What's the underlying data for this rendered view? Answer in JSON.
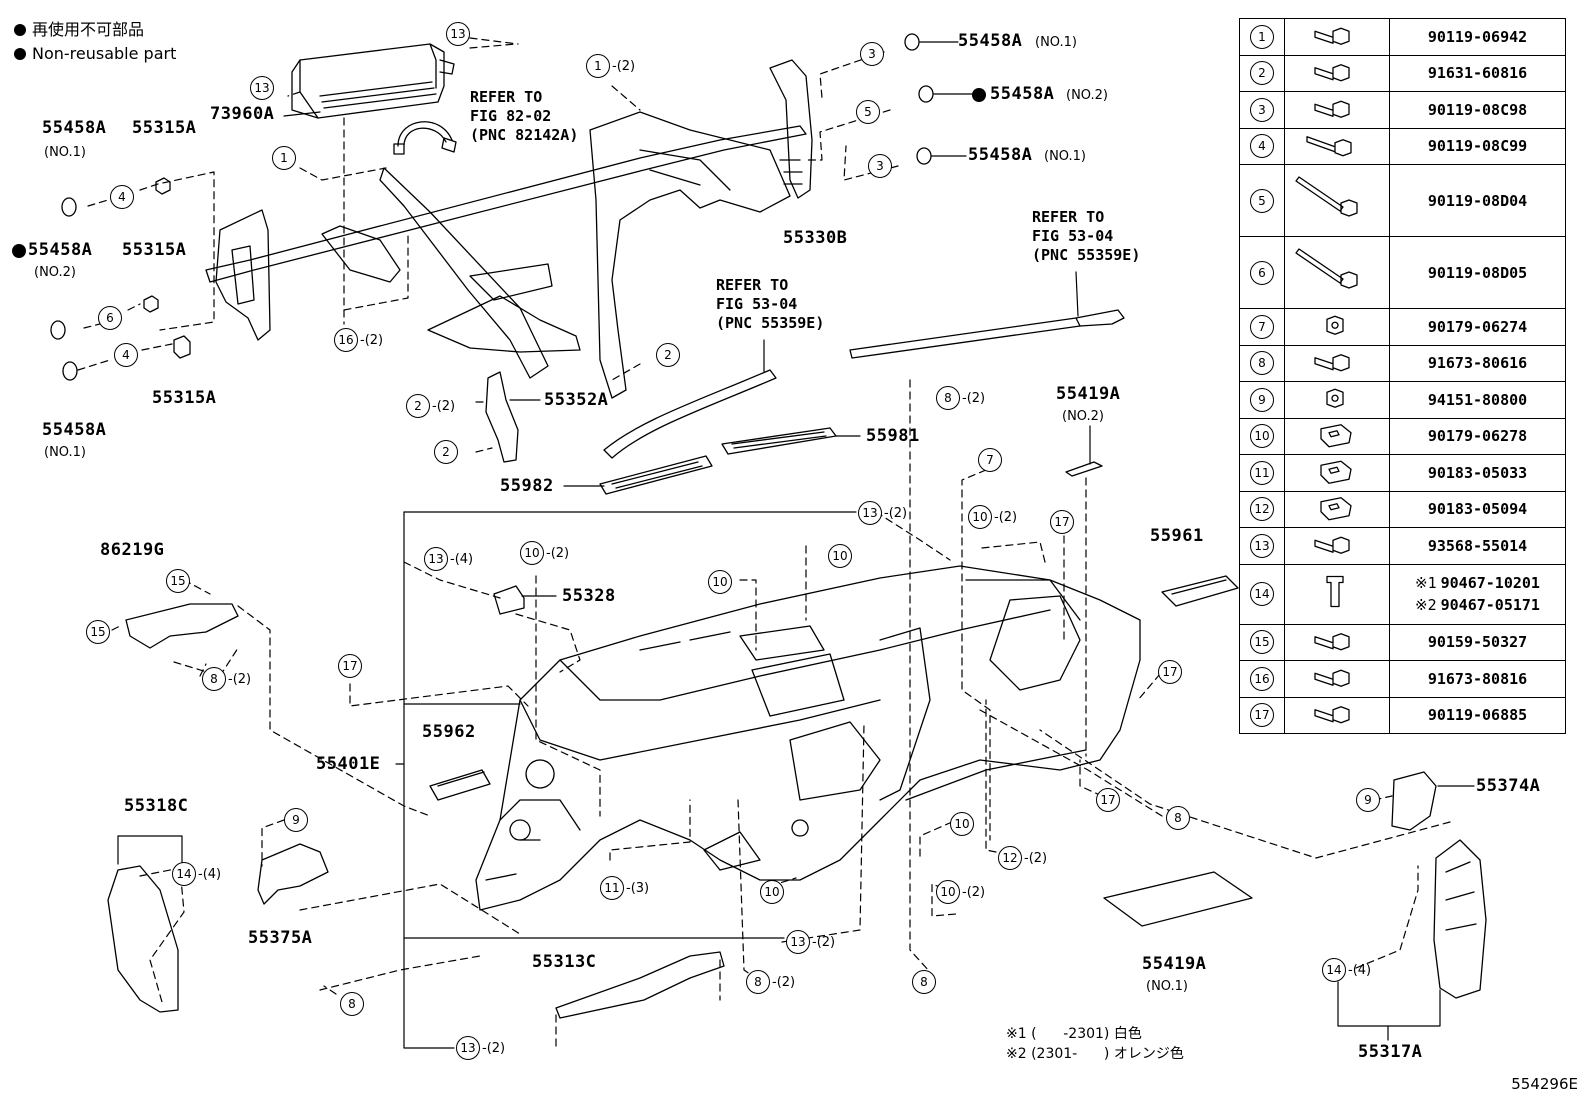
{
  "legend": {
    "jp": "再使用不可部品",
    "en": "Non-reusable part"
  },
  "labels": {
    "p55458A_no1_top": "55458A",
    "p55458A_no1_top_sub": "(NO.1)",
    "p55458A_no2_top": "55458A",
    "p55458A_no2_top_sub": "(NO.2)",
    "p55458A_no1_mid": "55458A",
    "p55458A_no1_mid_sub": "(NO.1)",
    "p55330B": "55330B",
    "p73960A": "73960A",
    "p55458A_left1": "55458A",
    "p55458A_left1_sub": "(NO.1)",
    "p55315A_1": "55315A",
    "p55458A_left2": "55458A",
    "p55458A_left2_sub": "(NO.2)",
    "p55315A_2": "55315A",
    "p55315A_3": "55315A",
    "p55458A_left3": "55458A",
    "p55458A_left3_sub": "(NO.1)",
    "p55352A": "55352A",
    "p55981": "55981",
    "p55982": "55982",
    "p55419A_no2": "55419A",
    "p55419A_no2_sub": "(NO.2)",
    "p55961": "55961",
    "p86219G": "86219G",
    "p55328": "55328",
    "p55962": "55962",
    "p55401E": "55401E",
    "p55318C": "55318C",
    "p55375A": "55375A",
    "p55313C": "55313C",
    "p55419A_no1": "55419A",
    "p55419A_no1_sub": "(NO.1)",
    "p55374A": "55374A",
    "p55317A": "55317A"
  },
  "refs": {
    "ref1": "REFER TO\nFIG 82-02\n(PNC 82142A)",
    "ref2": "REFER TO\nFIG 53-04\n(PNC 55359E)",
    "ref3": "REFER TO\nFIG 53-04\n(PNC 55359E)"
  },
  "notes": "※1 (      -2301) 白色\n※2 (2301-      ) オレンジ色",
  "figure_number": "554296E",
  "parts_table": [
    {
      "no": "1",
      "icon": "bolt-washer",
      "part": "90119-06942"
    },
    {
      "no": "2",
      "icon": "bolt-washer",
      "part": "91631-60816"
    },
    {
      "no": "3",
      "icon": "bolt-washer",
      "part": "90119-08C98"
    },
    {
      "no": "4",
      "icon": "bolt-long",
      "part": "90119-08C99"
    },
    {
      "no": "5",
      "icon": "bolt-extra-long",
      "part": "90119-08D04"
    },
    {
      "no": "6",
      "icon": "bolt-extra-long",
      "part": "90119-08D05"
    },
    {
      "no": "7",
      "icon": "nut",
      "part": "90179-06274"
    },
    {
      "no": "8",
      "icon": "bolt-washer",
      "part": "91673-80616"
    },
    {
      "no": "9",
      "icon": "nut",
      "part": "94151-80800"
    },
    {
      "no": "10",
      "icon": "clip-nut",
      "part": "90179-06278"
    },
    {
      "no": "11",
      "icon": "u-nut",
      "part": "90183-05033"
    },
    {
      "no": "12",
      "icon": "u-nut",
      "part": "90183-05094"
    },
    {
      "no": "13",
      "icon": "bolt-washer",
      "part": "93568-55014"
    },
    {
      "no": "14",
      "icon": "clip",
      "part": "",
      "part_lines": [
        {
          "mark": "※1",
          "num": "90467-10201"
        },
        {
          "mark": "※2",
          "num": "90467-05171"
        }
      ]
    },
    {
      "no": "15",
      "icon": "bolt-washer",
      "part": "90159-50327"
    },
    {
      "no": "16",
      "icon": "bolt-washer",
      "part": "91673-80816"
    },
    {
      "no": "17",
      "icon": "bolt-washer",
      "part": "90119-06885"
    }
  ],
  "callouts": [
    {
      "id": "c13a",
      "n": "13",
      "q": ""
    },
    {
      "id": "c13b",
      "n": "13",
      "q": ""
    },
    {
      "id": "c1a",
      "n": "1",
      "q": "-(2)"
    },
    {
      "id": "c3a",
      "n": "3",
      "q": ""
    },
    {
      "id": "c5a",
      "n": "5",
      "q": ""
    },
    {
      "id": "c3b",
      "n": "3",
      "q": ""
    },
    {
      "id": "c1b",
      "n": "1",
      "q": ""
    },
    {
      "id": "c4a",
      "n": "4",
      "q": ""
    },
    {
      "id": "c6a",
      "n": "6",
      "q": ""
    },
    {
      "id": "c4b",
      "n": "4",
      "q": ""
    },
    {
      "id": "c16a",
      "n": "16",
      "q": "-(2)"
    },
    {
      "id": "c2a",
      "n": "2",
      "q": ""
    },
    {
      "id": "c2b",
      "n": "2",
      "q": "-(2)"
    },
    {
      "id": "c2c",
      "n": "2",
      "q": ""
    },
    {
      "id": "c8a",
      "n": "8",
      "q": "-(2)"
    },
    {
      "id": "c7a",
      "n": "7",
      "q": ""
    },
    {
      "id": "c13c",
      "n": "13",
      "q": "-(2)"
    },
    {
      "id": "c10a",
      "n": "10",
      "q": "-(2)"
    },
    {
      "id": "c17a",
      "n": "17",
      "q": ""
    },
    {
      "id": "c13d",
      "n": "13",
      "q": "-(4)"
    },
    {
      "id": "c10b",
      "n": "10",
      "q": "-(2)"
    },
    {
      "id": "c10c",
      "n": "10",
      "q": ""
    },
    {
      "id": "c10d",
      "n": "10",
      "q": ""
    },
    {
      "id": "c15a",
      "n": "15",
      "q": ""
    },
    {
      "id": "c15b",
      "n": "15",
      "q": ""
    },
    {
      "id": "c8b",
      "n": "8",
      "q": "-(2)"
    },
    {
      "id": "c17b",
      "n": "17",
      "q": ""
    },
    {
      "id": "c17c",
      "n": "17",
      "q": ""
    },
    {
      "id": "c17d",
      "n": "17",
      "q": ""
    },
    {
      "id": "c8c",
      "n": "8",
      "q": ""
    },
    {
      "id": "c9a",
      "n": "9",
      "q": ""
    },
    {
      "id": "c14a",
      "n": "14",
      "q": "-(4)"
    },
    {
      "id": "c9b",
      "n": "9",
      "q": ""
    },
    {
      "id": "c10e",
      "n": "10",
      "q": ""
    },
    {
      "id": "c12a",
      "n": "12",
      "q": "-(2)"
    },
    {
      "id": "c11a",
      "n": "11",
      "q": "-(3)"
    },
    {
      "id": "c10f",
      "n": "10",
      "q": ""
    },
    {
      "id": "c10g",
      "n": "10",
      "q": "-(2)"
    },
    {
      "id": "c13e",
      "n": "13",
      "q": "-(2)"
    },
    {
      "id": "c8d",
      "n": "8",
      "q": "-(2)"
    },
    {
      "id": "c8e",
      "n": "8",
      "q": ""
    },
    {
      "id": "c8f",
      "n": "8",
      "q": ""
    },
    {
      "id": "c13f",
      "n": "13",
      "q": "-(2)"
    },
    {
      "id": "c14b",
      "n": "14",
      "q": "-(4)"
    }
  ]
}
